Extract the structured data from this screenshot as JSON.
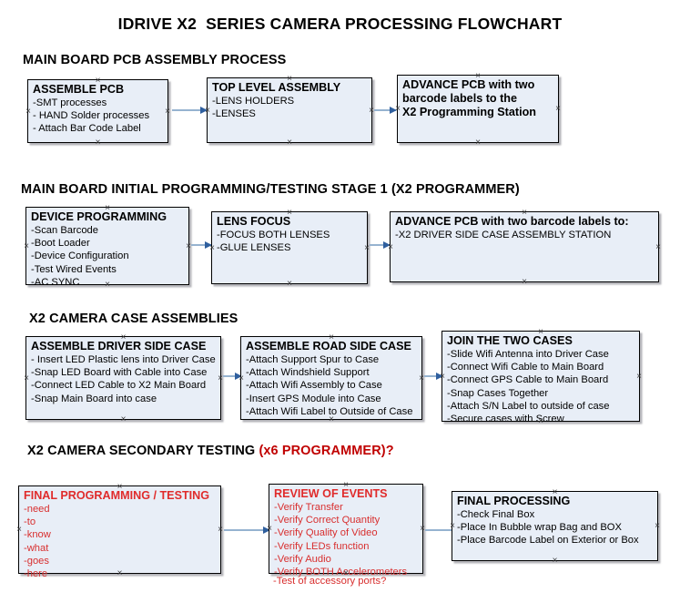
{
  "title": "IDRIVE X2  SERIES CAMERA PROCESSING FLOWCHART",
  "sections": [
    {
      "heading": "MAIN BOARD PCB ASSEMBLY PROCESS",
      "heading_accent": ""
    },
    {
      "heading": "MAIN BOARD INITIAL PROGRAMMING/TESTING STAGE 1 (X2 PROGRAMMER)",
      "heading_accent": ""
    },
    {
      "heading": "X2 CAMERA CASE ASSEMBLIES",
      "heading_accent": ""
    },
    {
      "heading": "X2 CAMERA SECONDARY TESTING ",
      "heading_accent": "(x6 PROGRAMMER)?"
    }
  ],
  "boxes": {
    "assemble_pcb": {
      "title": "ASSEMBLE PCB",
      "lines": [
        "-SMT processes",
        "- HAND Solder processes",
        "- Attach Bar Code Label"
      ]
    },
    "top_level_assembly": {
      "title": "TOP LEVEL ASSEMBLY",
      "lines": [
        "-LENS HOLDERS",
        "-LENSES"
      ]
    },
    "advance_pcb_station": {
      "title": "ADVANCE PCB with two",
      "title2": "barcode labels to the",
      "title3": " X2 Programming Station",
      "lines": []
    },
    "device_programming": {
      "title": "DEVICE PROGRAMMING",
      "lines": [
        "-Scan Barcode",
        "-Boot Loader",
        "-Device Configuration",
        "-Test Wired Events",
        "-AC SYNC"
      ]
    },
    "lens_focus": {
      "title": "LENS FOCUS",
      "lines": [
        "-FOCUS BOTH LENSES",
        "-GLUE LENSES"
      ]
    },
    "advance_pcb_driver": {
      "title": "ADVANCE PCB with two barcode labels to:",
      "lines": [
        "-X2 DRIVER  SIDE  CASE  ASSEMBLY STATION"
      ]
    },
    "assemble_driver_side": {
      "title": "ASSEMBLE DRIVER SIDE CASE",
      "lines": [
        "- Insert LED Plastic lens into Driver Case",
        "-Snap LED Board with Cable into Case",
        "-Connect LED Cable to X2 Main Board",
        "-Snap Main Board into case"
      ]
    },
    "assemble_road_side": {
      "title": "ASSEMBLE ROAD SIDE CASE",
      "lines": [
        "-Attach Support Spur to Case",
        "-Attach Windshield Support",
        "-Attach Wifi Assembly to Case",
        "-Insert GPS Module into Case",
        "-Attach Wifi Label to Outside of Case"
      ]
    },
    "join_two_cases": {
      "title": "JOIN THE TWO CASES",
      "lines": [
        "-Slide Wifi Antenna into Driver Case",
        "-Connect Wifi Cable to Main Board",
        "-Connect GPS Cable to Main Board",
        "-Snap Cases Together",
        "-Attach S/N Label to outside of case",
        "-Secure cases with Screw"
      ]
    },
    "final_programming": {
      "title": "FINAL PROGRAMMING / TESTING",
      "lines": [
        "-need",
        "-to",
        "-know",
        "-what",
        "-goes",
        "-here"
      ]
    },
    "review_of_events": {
      "title": "REVIEW OF EVENTS",
      "lines": [
        "-Verify Transfer",
        "-Verify Correct Quantity",
        "-Verify Quality of Video",
        "-Verify LEDs function",
        "-Verify Audio",
        "-Verify BOTH Accelerometers"
      ],
      "overflow_line": "-Test of accessory ports?"
    },
    "final_processing": {
      "title": "FINAL PROCESSING",
      "lines": [
        " -Check Final Box",
        "-Place In Bubble wrap Bag and BOX",
        "-Place Barcode Label on Exterior or Box"
      ]
    }
  },
  "colors": {
    "box_fill": "#e8eef7",
    "box_border": "#000000",
    "red_text": "#d82f2f",
    "accent_red": "#c00000",
    "connector_line": "#96b3d0",
    "arrowhead": "#2f5f9e"
  }
}
